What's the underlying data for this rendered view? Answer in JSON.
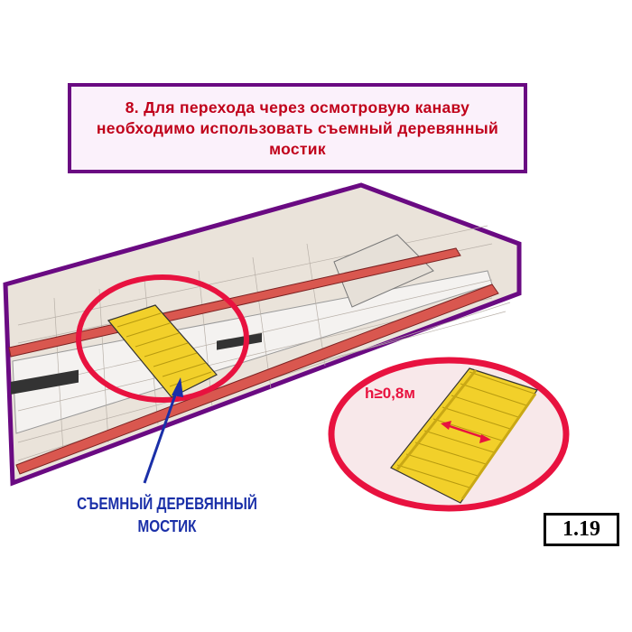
{
  "title": {
    "text": "8. Для перехода через осмотровую канаву\nнеобходимо использовать съемный деревянный\nмостик"
  },
  "callout": {
    "label": "СЪЕМНЫЙ ДЕРЕВЯННЫЙ\nМОСТИК",
    "height_note": "h≥0,8м"
  },
  "figure_number": "1.19",
  "colors": {
    "frame": "#6a0a82",
    "title_text": "#c0001a",
    "highlight": "#e8123f",
    "bridge": "#f2d02a",
    "label_text": "#1a2fa8"
  }
}
